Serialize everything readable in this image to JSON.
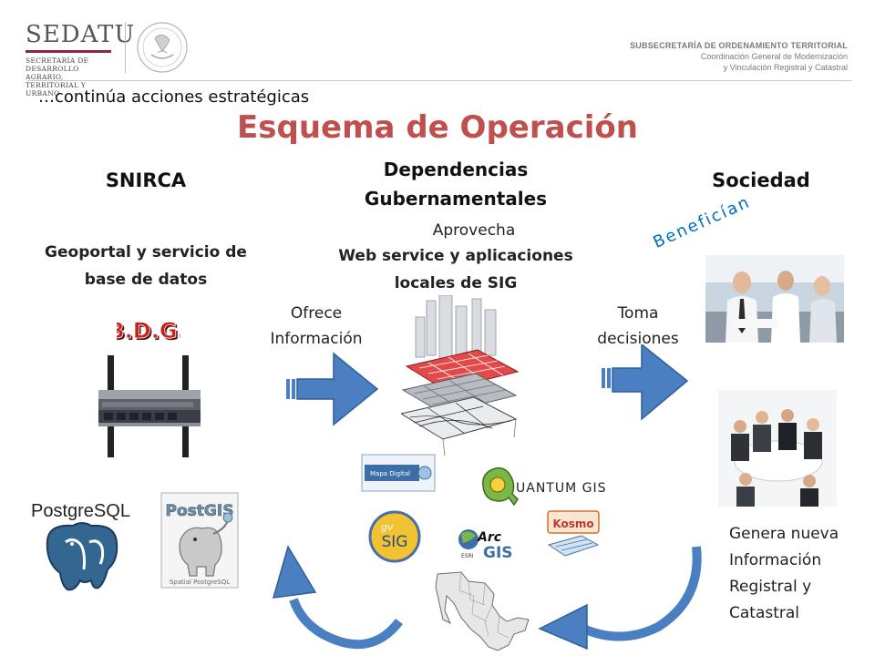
{
  "header": {
    "logo_name": "SEDATU",
    "logo_sub_lines": [
      "SECRETARÍA DE",
      "DESARROLLO AGRARIO,",
      "TERRITORIAL Y URBANO"
    ],
    "subsecretaria": "SUBSECRETARÍA DE ORDENAMIENTO TERRITORIAL",
    "coordinacion_line1": "Coordinación General de Modernización",
    "coordinacion_line2": "y Vinculación Registral y Catastral"
  },
  "slide": {
    "continua": "…continúa acciones estratégicas",
    "title": "Esquema de Operación"
  },
  "columns": {
    "snirca": "SNIRCA",
    "dependencias_line1": "Dependencias",
    "dependencias_line2": "Gubernamentales",
    "sociedad": "Sociedad"
  },
  "labels": {
    "aprovecha": "Aprovecha",
    "geoportal_line1": "Geoportal y servicio de",
    "geoportal_line2": "base de datos",
    "webservice_line1": "Web service y aplicaciones",
    "webservice_line2": "locales de SIG",
    "beneficia": "Beneficían",
    "ofrece_line1": "Ofrece",
    "ofrece_line2": "Información",
    "toma_line1": "Toma",
    "toma_line2": "decisiones",
    "genera_line1": "Genera nueva",
    "genera_line2": "Información",
    "genera_line3": "Registral y",
    "genera_line4": "Catastral"
  },
  "logos": {
    "bdg": "B.D.G.",
    "postgresql": "PostgreSQL",
    "postgis": "PostGIS",
    "postgis_sub": "Spatial PostgreSQL",
    "mapa_digital": "Mapa Digital",
    "quantum_gis": "UANTUM GIS",
    "gvsig_gv": "gv",
    "gvsig_sig": "SIG",
    "arcgis_arc": "Arc",
    "arcgis_gis": "GIS",
    "arcgis_esri": "ESRI",
    "kosmo": "Kosmo"
  },
  "colors": {
    "title": "#c0504d",
    "arrow": "#4a7fc1",
    "beneficia": "#0070c0"
  }
}
